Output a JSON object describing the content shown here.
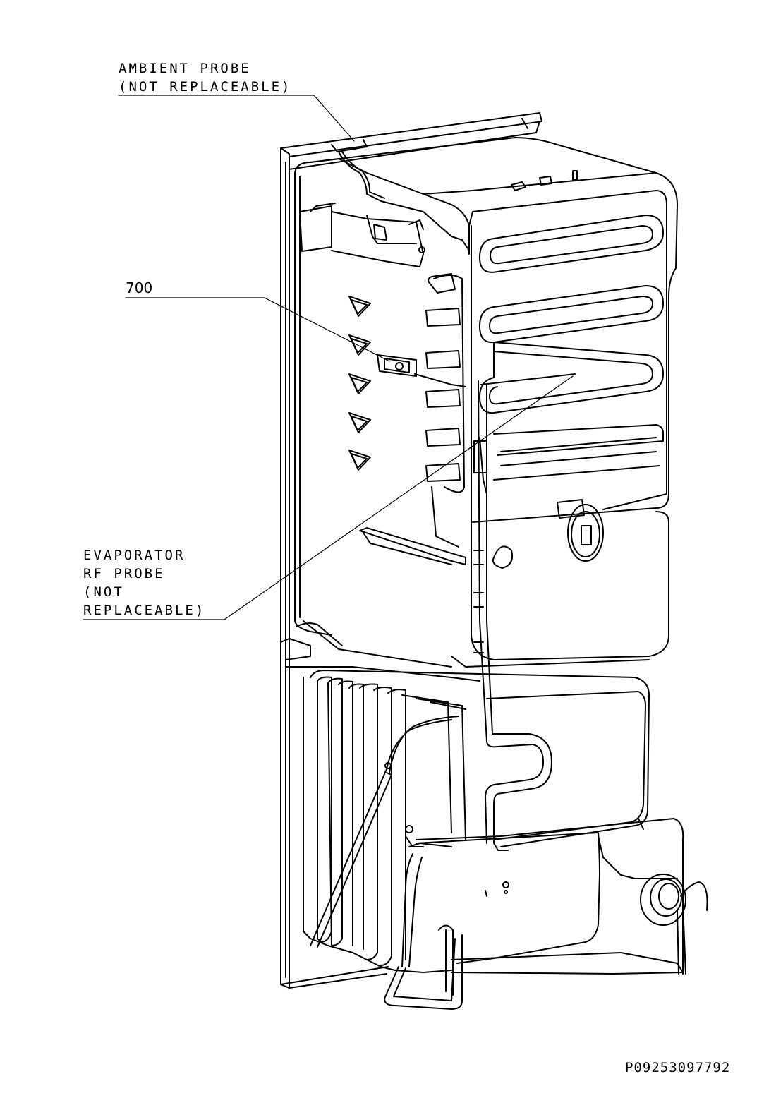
{
  "labels": {
    "ambient_probe": [
      "AMBIENT PROBE",
      "(NOT REPLACEABLE)"
    ],
    "evaporator_probe": [
      "EVAPORATOR",
      "RF PROBE",
      "(NOT",
      "REPLACEABLE)"
    ]
  },
  "part_number": "700",
  "drawing_code": "P09253097792",
  "colors": {
    "line": "#000000",
    "background": "#ffffff"
  }
}
